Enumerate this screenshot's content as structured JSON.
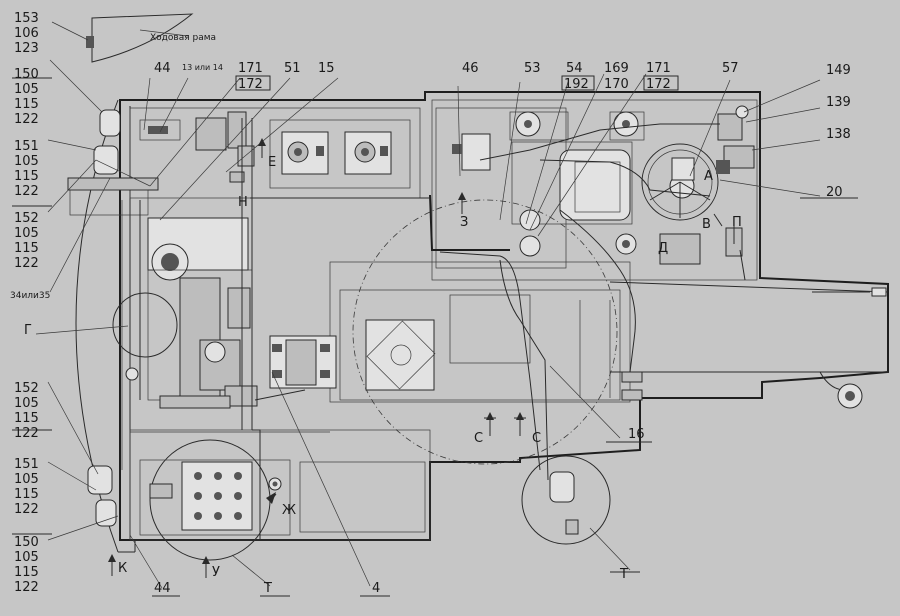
{
  "labels": {
    "top_left_stack": [
      "153",
      "106",
      "123"
    ],
    "frame_caption": "Ходовая рама",
    "n44_top": "44",
    "n13_14": "13 или 14",
    "n171_left": "171",
    "n172_left": "172",
    "n51": "51",
    "n15": "15",
    "left_stack_1": [
      "150",
      "105",
      "115",
      "122"
    ],
    "left_stack_2": [
      "151",
      "105",
      "115",
      "122"
    ],
    "left_stack_3": [
      "152",
      "105",
      "115",
      "122"
    ],
    "n34_35": "34или35",
    "G": "Г",
    "left_stack_4": [
      "152",
      "105",
      "115",
      "122"
    ],
    "left_stack_5": [
      "151",
      "105",
      "115",
      "122"
    ],
    "left_stack_6": [
      "150",
      "105",
      "115",
      "122"
    ],
    "K": "К",
    "n44_bottom": "44",
    "U": "У",
    "T_bottom": "Т",
    "n4": "4",
    "J": "Ж",
    "E": "Е",
    "H": "Н",
    "Z": "З",
    "n46": "46",
    "n53": "53",
    "n54": "54",
    "n192": "192",
    "n169": "169",
    "n170": "170",
    "n171_right": "171",
    "n172_right": "172",
    "n57": "57",
    "n149": "149",
    "n139": "139",
    "n138": "138",
    "n20": "20",
    "A": "А",
    "V": "В",
    "D": "Д",
    "P": "П",
    "C1": "С",
    "C2": "С",
    "n16": "16",
    "T_right": "Т"
  }
}
